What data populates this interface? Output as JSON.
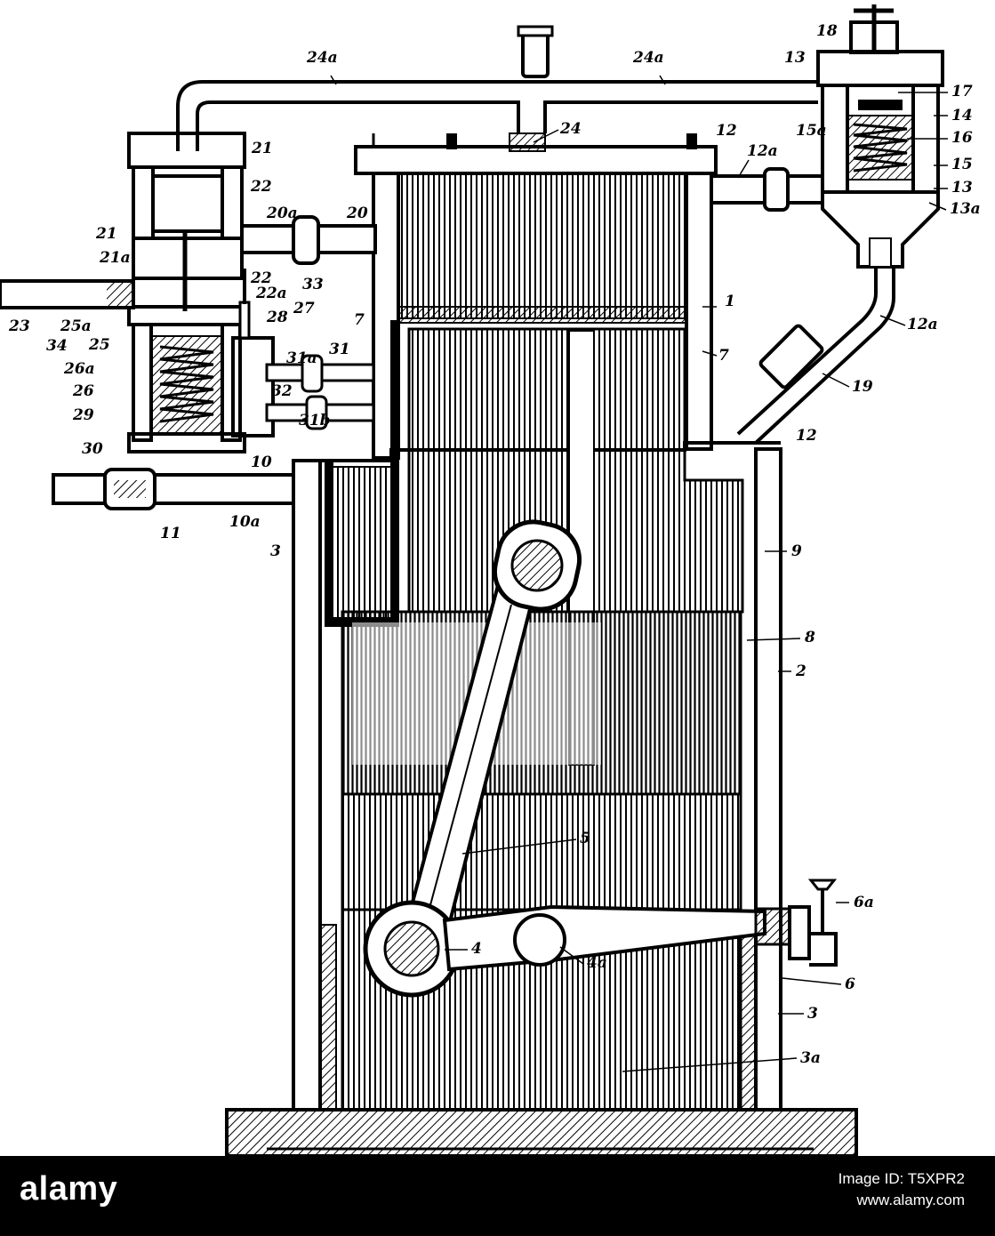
{
  "labels": [
    "24a",
    "24a",
    "18",
    "13",
    "17",
    "14",
    "15a",
    "16",
    "15",
    "13",
    "13a",
    "12",
    "12a",
    "24",
    "21",
    "22",
    "20a",
    "20",
    "21",
    "21a",
    "22",
    "22a",
    "33",
    "23",
    "25a",
    "27",
    "28",
    "7",
    "1",
    "7",
    "34",
    "25",
    "31",
    "31a",
    "26a",
    "26",
    "32",
    "29",
    "31b",
    "30",
    "10",
    "10a",
    "11",
    "12a",
    "19",
    "12",
    "3",
    "9",
    "8",
    "2",
    "5",
    "6a",
    "4",
    "4a",
    "6",
    "3",
    "3a"
  ],
  "footer": {
    "logo": "alamy",
    "image_id_label": "Image ID: T5XPR2",
    "site": "www.alamy.com"
  }
}
